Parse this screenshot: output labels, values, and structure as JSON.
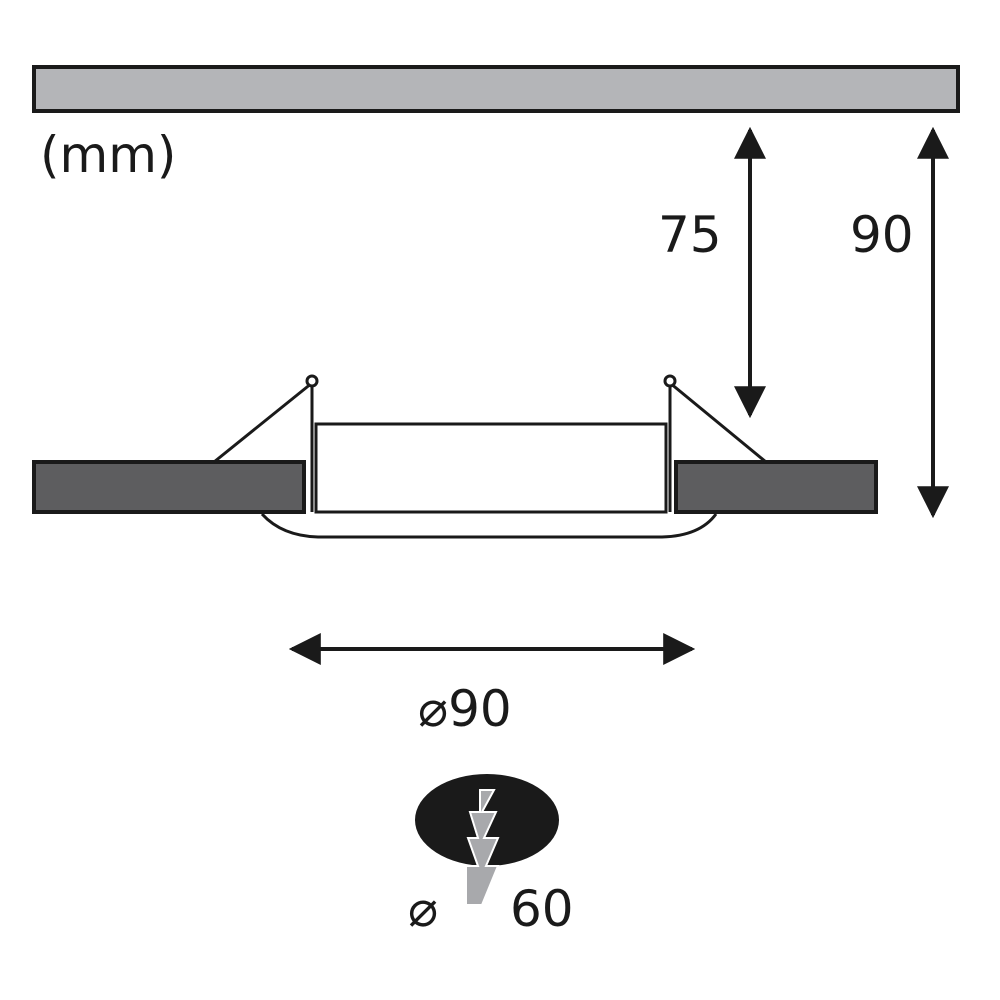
{
  "unit_label": "(mm)",
  "dimensions": {
    "depth_recess": "75",
    "total_depth": "90",
    "diameter": "⌀90",
    "cutout_symbol": "⌀",
    "cutout_value": "60"
  },
  "colors": {
    "ceiling_fill": "#b4b5b8",
    "board_fill": "#5d5d5f",
    "line": "#1a1a1a",
    "drill_icon_fill": "#1a1a1a",
    "drill_bit_fill": "#a8a9ac"
  },
  "icons": {
    "cutout": "drill-hole-icon"
  }
}
